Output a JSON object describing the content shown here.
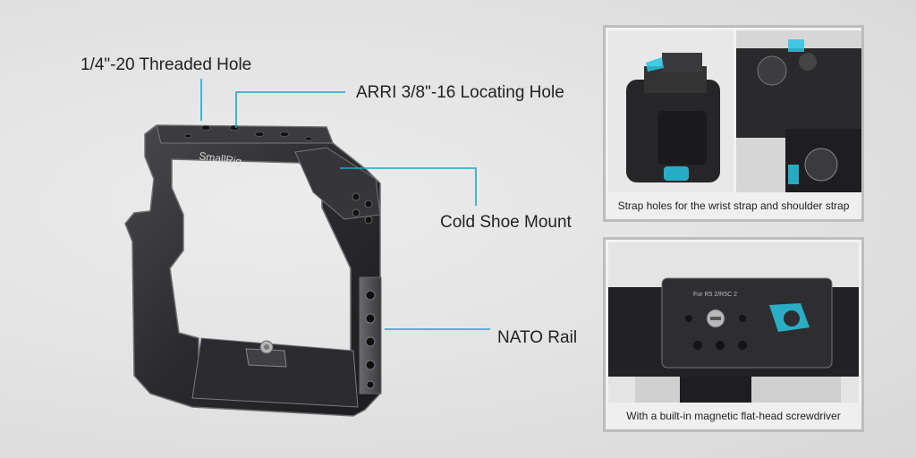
{
  "callouts": {
    "threaded_hole": "1/4\"-20 Threaded Hole",
    "arri_hole": "ARRI 3/8\"-16 Locating Hole",
    "cold_shoe": "Cold Shoe Mount",
    "nato_rail": "NATO Rail"
  },
  "product": {
    "brand_engraving": "SmallRig"
  },
  "panels": {
    "top_caption": "Strap holes for the wrist strap and shoulder strap",
    "bottom_caption": "With a built-in magnetic flat-head screwdriver",
    "plate_engraving": "For R5 2/R5C 2"
  },
  "colors": {
    "callout_line": "#1aa9c8",
    "highlight": "#29c4e0",
    "metal_dark": "#2b2b2d",
    "metal_edge": "#5a5a5e"
  }
}
